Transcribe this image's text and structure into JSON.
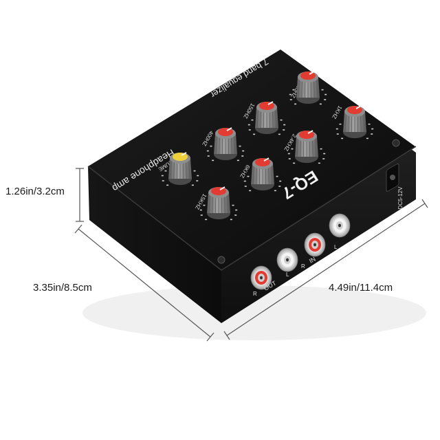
{
  "product": {
    "brand_model": "EQ-7",
    "top_label": "7 band equalizer",
    "side_label": "Headphone amp",
    "volume_label": "VOLUME",
    "band_labels": [
      "60HZ",
      "150HZ",
      "400HZ",
      "1KHZ",
      "2.4KHZ",
      "6KHZ",
      "15KHZ"
    ],
    "power_label": "DC5-12V",
    "out_label": "OUT",
    "in_label": "IN",
    "channel_r": "R",
    "channel_l": "L"
  },
  "dimensions": {
    "height": "1.26in/3.2cm",
    "depth": "3.35in/8.5cm",
    "width": "4.49in/11.4cm"
  },
  "colors": {
    "body": "#111111",
    "knob_gray": "#7d7d7d",
    "knob_red": "#e23b32",
    "knob_yellow": "#efd13c",
    "jack_silver": "#d9d9d9"
  }
}
